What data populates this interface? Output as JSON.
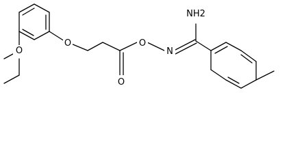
{
  "molecule": {
    "atoms": {
      "amine": "NH2",
      "imine_n": "N",
      "oxime_o": "O",
      "carbonyl_o": "O",
      "ether_o": "O",
      "methoxy_o": "O"
    }
  }
}
